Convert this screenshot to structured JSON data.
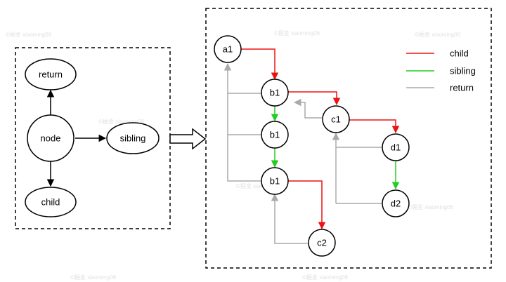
{
  "colors": {
    "child": "#ee1111",
    "sibling": "#22cc22",
    "return": "#aaaaaa",
    "stroke": "#000000"
  },
  "left_panel": {
    "nodes": {
      "node": "node",
      "return": "return",
      "sibling": "sibling",
      "child": "child"
    }
  },
  "right_panel": {
    "nodes": {
      "a1": "a1",
      "b1_top": "b1",
      "b1_mid": "b1",
      "b1_bottom": "b1",
      "c1": "c1",
      "c2": "c2",
      "d1": "d1",
      "d2": "d2"
    },
    "legend": {
      "child": "child",
      "sibling": "sibling",
      "return": "return"
    }
  }
}
